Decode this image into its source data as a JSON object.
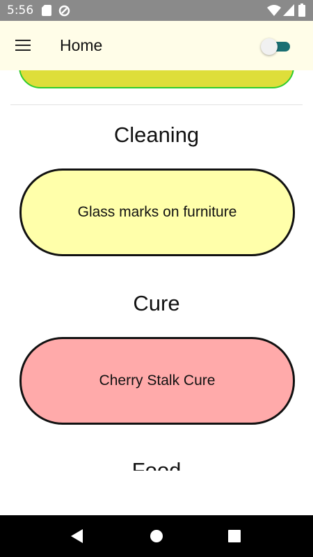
{
  "status_bar": {
    "time": "5:56",
    "icons": [
      "sd-card-icon",
      "sync-icon",
      "wifi-icon",
      "signal-icon",
      "battery-icon"
    ]
  },
  "app_bar": {
    "title": "Home",
    "menu_icon": "menu-icon",
    "toggle_on": true,
    "toggle_color": "#1a6f73",
    "background": "#fffde8"
  },
  "sections": [
    {
      "title": "Cleaning",
      "item": "Glass marks on furniture",
      "color": "#ffffaa"
    },
    {
      "title": "Cure",
      "item": "Cherry Stalk Cure",
      "color": "#ffaaaa"
    },
    {
      "title": "Food"
    }
  ],
  "partial_item_color": "#dede3a",
  "nav_bar": {
    "buttons": [
      "back-icon",
      "home-icon",
      "recents-icon"
    ]
  }
}
